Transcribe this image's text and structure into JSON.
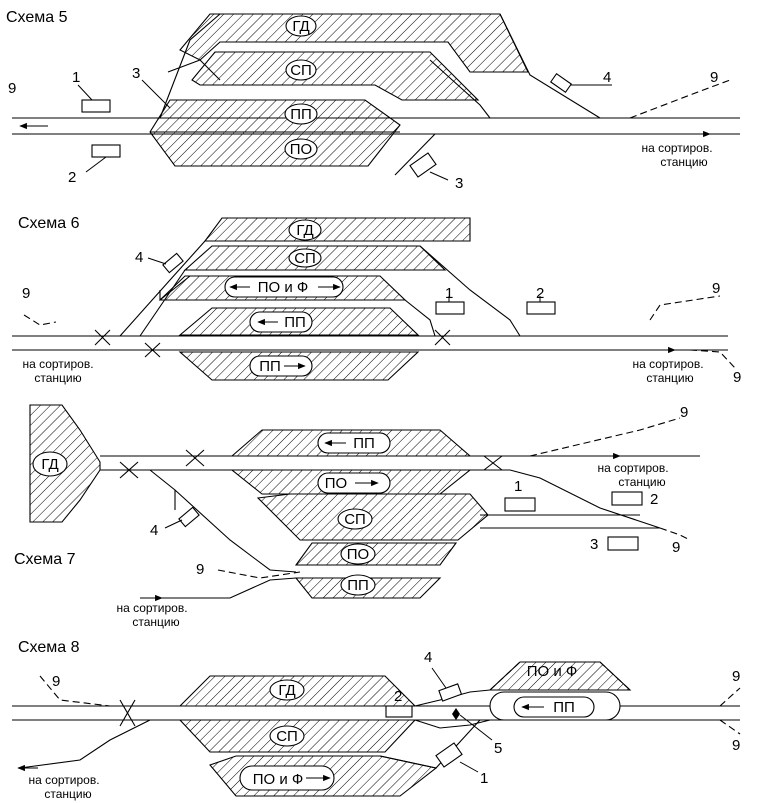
{
  "schemes": [
    {
      "title": "Схема 5",
      "zones": [
        "ГД",
        "СП",
        "ПП",
        "ПО"
      ],
      "numbers": [
        "1",
        "2",
        "3",
        "3",
        "4",
        "9",
        "9"
      ],
      "note": [
        "на сортиров.",
        "станцию"
      ]
    },
    {
      "title": "Схема 6",
      "zones": [
        "ГД",
        "СП",
        "ПО и Ф",
        "ПП",
        "ПП"
      ],
      "numbers": [
        "1",
        "2",
        "4",
        "9",
        "9",
        "9"
      ],
      "note_left": [
        "на сортиров.",
        "станцию"
      ],
      "note_right": [
        "на сортиров.",
        "станцию"
      ]
    },
    {
      "title": "Схема 7",
      "zones": [
        "ГД",
        "ПП",
        "ПО",
        "СП",
        "ПО",
        "ПП"
      ],
      "numbers": [
        "1",
        "2",
        "3",
        "4",
        "9",
        "9",
        "9"
      ],
      "note_right": [
        "на сортиров.",
        "станцию"
      ],
      "note_bottom": [
        "на сортиров.",
        "станцию"
      ]
    },
    {
      "title": "Схема 8",
      "zones": [
        "ГД",
        "СП",
        "ПО и Ф",
        "ПО и Ф",
        "ПП"
      ],
      "numbers": [
        "1",
        "2",
        "4",
        "5",
        "9",
        "9",
        "9"
      ],
      "note": [
        "на сортиров.",
        "станцию"
      ]
    }
  ]
}
